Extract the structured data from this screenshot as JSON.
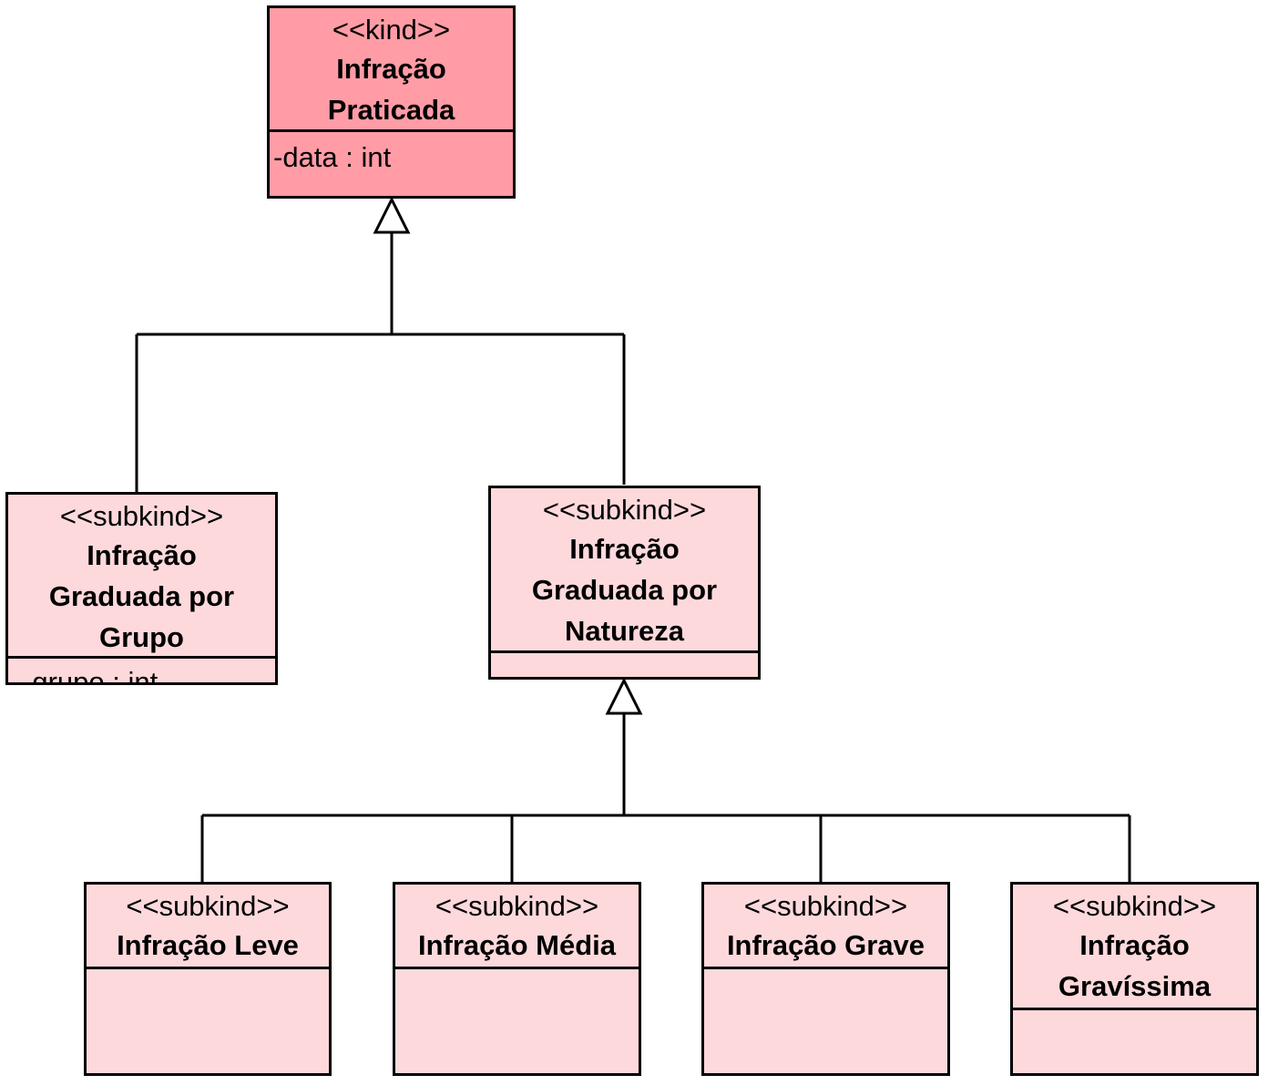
{
  "classes": {
    "infracao_praticada": {
      "stereotype": "<<kind>>",
      "name": "Infração\nPraticada",
      "attributes": [
        "-data : int"
      ]
    },
    "graduada_grupo": {
      "stereotype": "<<subkind>>",
      "name": "Infração\nGraduada por\nGrupo",
      "attributes": [
        "-grupo : int"
      ]
    },
    "graduada_natureza": {
      "stereotype": "<<subkind>>",
      "name": "Infração\nGraduada por\nNatureza",
      "attributes": []
    },
    "leve": {
      "stereotype": "<<subkind>>",
      "name": "Infração Leve",
      "attributes": []
    },
    "media": {
      "stereotype": "<<subkind>>",
      "name": "Infração Média",
      "attributes": []
    },
    "grave": {
      "stereotype": "<<subkind>>",
      "name": "Infração Grave",
      "attributes": []
    },
    "gravissima": {
      "stereotype": "<<subkind>>",
      "name": "Infração\nGravíssima",
      "attributes": []
    }
  },
  "generalizations": [
    {
      "parent": "Infração Praticada",
      "children": [
        "Infração Graduada por Grupo",
        "Infração Graduada por Natureza"
      ]
    },
    {
      "parent": "Infração Graduada por Natureza",
      "children": [
        "Infração Leve",
        "Infração Média",
        "Infração Grave",
        "Infração Gravíssima"
      ]
    }
  ],
  "colors": {
    "kind_fill": "#ff9ca6",
    "subkind_fill": "#fdd9dc",
    "line": "#000000"
  }
}
